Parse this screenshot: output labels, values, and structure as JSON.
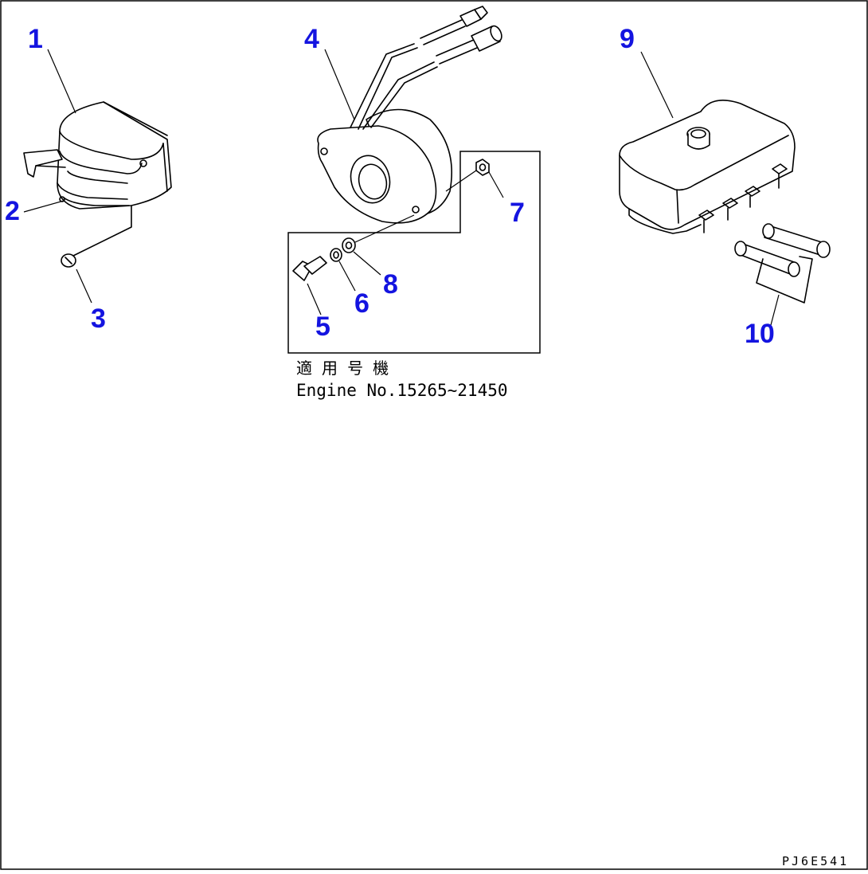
{
  "callouts": {
    "p1": "1",
    "p2": "2",
    "p3": "3",
    "p4": "4",
    "p5": "5",
    "p6": "6",
    "p7": "7",
    "p8": "8",
    "p9": "9",
    "p10": "10"
  },
  "applicability": {
    "heading": "適 用 号 機",
    "serial": "Engine No.15265~21450"
  },
  "drawing_code": "PJ6E541",
  "colors": {
    "callout": "#1414e0",
    "line": "#000000",
    "background": "#ffffff"
  }
}
